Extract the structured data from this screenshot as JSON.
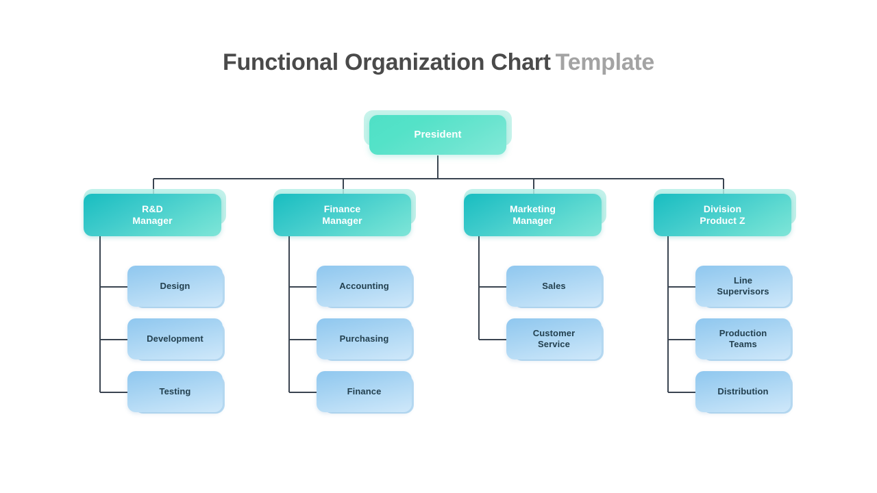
{
  "title": {
    "main": "Functional Organization Chart",
    "accent": "Template"
  },
  "colors": {
    "teal_dark": "#18bdc0",
    "teal_light": "#7fe5d8",
    "president_start": "#4fe0c6",
    "blue_dark": "#8fc7ef",
    "blue_light": "#cfe8fa",
    "leaf_text": "#23404f",
    "node_text": "#ffffff",
    "connector": "#3a4450",
    "title_main": "#4a4a4a",
    "title_accent": "#a3a3a3",
    "background": "#ffffff"
  },
  "chart_data": {
    "type": "diagram",
    "diagram_kind": "organization-chart",
    "title": "Functional Organization Chart Template",
    "root": {
      "label": "President",
      "level": 0
    },
    "branches": [
      {
        "label": "R&D\nManager",
        "label_lines": [
          "R&D",
          "Manager"
        ],
        "level": 1,
        "children": [
          {
            "label": "Design",
            "label_lines": [
              "Design"
            ],
            "level": 2
          },
          {
            "label": "Development",
            "label_lines": [
              "Development"
            ],
            "level": 2
          },
          {
            "label": "Testing",
            "label_lines": [
              "Testing"
            ],
            "level": 2
          }
        ]
      },
      {
        "label": "Finance\nManager",
        "label_lines": [
          "Finance",
          "Manager"
        ],
        "level": 1,
        "children": [
          {
            "label": "Accounting",
            "label_lines": [
              "Accounting"
            ],
            "level": 2
          },
          {
            "label": "Purchasing",
            "label_lines": [
              "Purchasing"
            ],
            "level": 2
          },
          {
            "label": "Finance",
            "label_lines": [
              "Finance"
            ],
            "level": 2
          }
        ]
      },
      {
        "label": "Marketing\nManager",
        "label_lines": [
          "Marketing",
          "Manager"
        ],
        "level": 1,
        "children": [
          {
            "label": "Sales",
            "label_lines": [
              "Sales"
            ],
            "level": 2
          },
          {
            "label": "Customer\nService",
            "label_lines": [
              "Customer",
              "Service"
            ],
            "level": 2
          }
        ]
      },
      {
        "label": "Division\nProduct Z",
        "label_lines": [
          "Division",
          "Product Z"
        ],
        "level": 1,
        "children": [
          {
            "label": "Line\nSupervisors",
            "label_lines": [
              "Line",
              "Supervisors"
            ],
            "level": 2
          },
          {
            "label": "Production\nTeams",
            "label_lines": [
              "Production",
              "Teams"
            ],
            "level": 2
          },
          {
            "label": "Distribution",
            "label_lines": [
              "Distribution"
            ],
            "level": 2
          }
        ]
      }
    ],
    "counts": {
      "levels": 3,
      "branches": 4,
      "leaf_nodes": 11,
      "total_nodes": 16
    }
  }
}
